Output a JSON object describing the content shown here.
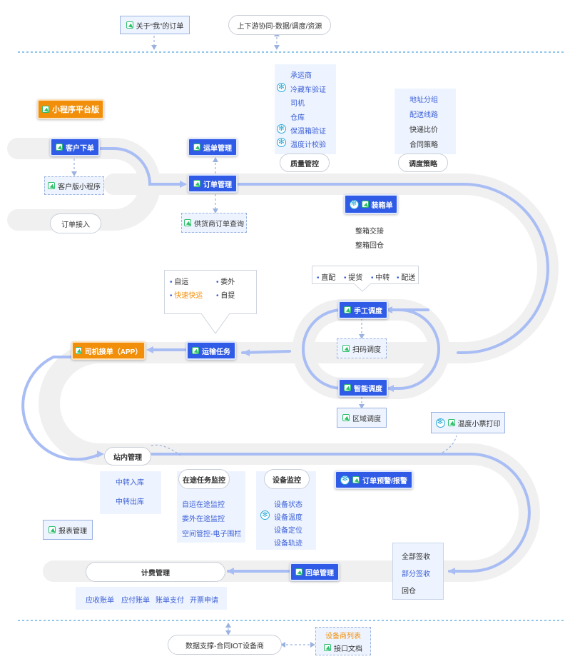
{
  "top": {
    "order_about_me": "关于“我”的订单",
    "upstream_downstream": "上下游协同-数据/调度/资源"
  },
  "mini_program_platform": "小程序平台版",
  "customer_order": "客户下单",
  "customer_mini_program": "客户版小程序",
  "order_access": "订单接入",
  "waybill_management": "运单管理",
  "order_management": "订单管理",
  "supplier_order_query": "供货商订单查询",
  "quality_panel": {
    "items": [
      "承运商",
      "冷藏车验证",
      "司机",
      "仓库",
      "保温箱验证",
      "温度计校验"
    ],
    "snow_items": [
      1,
      4,
      5
    ],
    "label": "质量管控"
  },
  "dispatch_panel": {
    "items": [
      "地址分组",
      "配送线路",
      "快递比价",
      "合同策略"
    ],
    "label": "调度策略"
  },
  "packing_list": {
    "label": "装箱单",
    "items": [
      "整箱交接",
      "整箱回仓"
    ]
  },
  "delivery_modes": [
    "直配",
    "提货",
    "中转",
    "配送"
  ],
  "transport_types": [
    {
      "label": "自运",
      "highlight": false
    },
    {
      "label": "委外",
      "highlight": false
    },
    {
      "label": "快速快运",
      "highlight": true
    },
    {
      "label": "自提",
      "highlight": false
    }
  ],
  "manual_dispatch": "手工调度",
  "scan_dispatch": "扫码调度",
  "smart_dispatch": "智能调度",
  "region_dispatch": "区域调度",
  "transport_task": "运输任务",
  "driver_order": "司机接单（APP）",
  "temp_ticket_print": "温度小票打印",
  "station_management": "站内管理",
  "transfer_in": "中转入库",
  "transfer_out": "中转出库",
  "transit_monitor": {
    "label": "在途任务监控",
    "items": [
      "自运在途监控",
      "委外在途监控",
      "空间管控-电子围栏"
    ]
  },
  "device_monitor": {
    "label": "设备监控",
    "items": [
      "设备状态",
      "设备温度",
      "设备定位",
      "设备轨迹"
    ]
  },
  "order_alert": "订单预警/报警",
  "report_management": "报表管理",
  "sign_panel": {
    "items": [
      "全部签收",
      "部分签收",
      "回仓"
    ]
  },
  "billing": {
    "label": "计费管理",
    "items": [
      "应收账单",
      "应付账单",
      "账单支付",
      "开票申请"
    ]
  },
  "return_order": "回单管理",
  "bottom": {
    "data_support": "数据支撑-合同IOT设备商",
    "device_vendor_list": "设备商列表",
    "api_doc": "接口文档"
  },
  "colors": {
    "primary_blue": "#2f5be6",
    "orange": "#f28f0a",
    "flow_line": "#a9bdf5",
    "track": "#f0f0f0"
  }
}
